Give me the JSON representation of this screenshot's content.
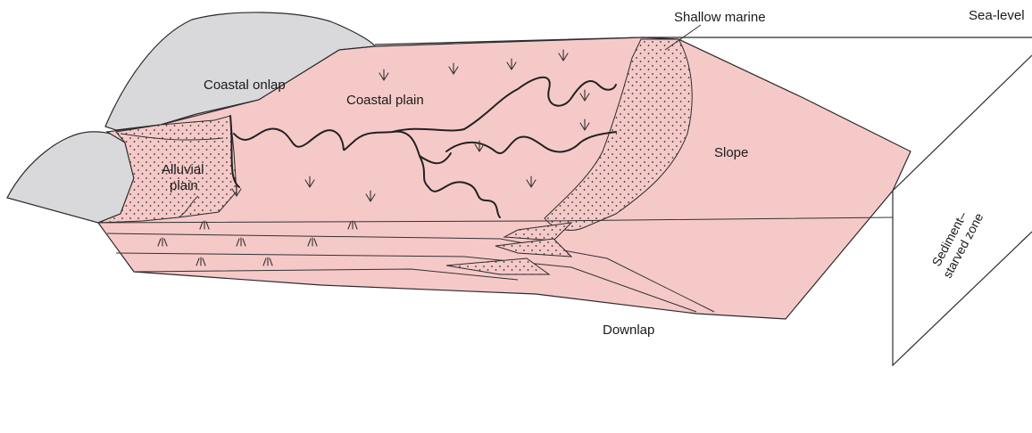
{
  "diagram": {
    "labels": {
      "shallow_marine": "Shallow marine",
      "sea_level": "Sea-level",
      "coastal_onlap": "Coastal onlap",
      "coastal_plain": "Coastal plain",
      "alluvial_plain_line1": "Alluvial",
      "alluvial_plain_line2": "plain",
      "slope": "Slope",
      "downlap": "Downlap",
      "sediment_starved_line1": "Sediment–",
      "sediment_starved_line2": "starved zone"
    },
    "colors": {
      "sediment_fill": "#f6c9c9",
      "basement_fill": "#d9d9dc",
      "block_fill": "#ffffff",
      "line": "#2b2b2b"
    }
  }
}
